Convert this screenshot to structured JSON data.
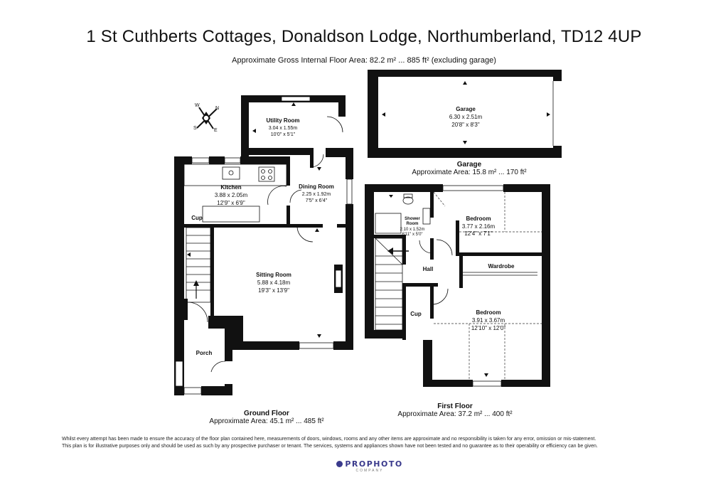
{
  "header": {
    "title": "1 St Cuthberts Cottages, Donaldson Lodge, Northumberland, TD12 4UP",
    "subtitle": "Approximate Gross Internal Floor Area: 82.2 m² ... 885 ft² (excluding garage)"
  },
  "compass": {
    "w": "W",
    "n": "N",
    "s": "S",
    "e": "E"
  },
  "garage": {
    "room_name": "Garage",
    "room_metric": "6.30 x 2.51m",
    "room_imperial": "20'8\" x 8'3\"",
    "caption_title": "Garage",
    "caption_area": "Approximate Area: 15.8 m² ... 170 ft²"
  },
  "ground_floor": {
    "caption_title": "Ground Floor",
    "caption_area": "Approximate Area: 45.1 m² ... 485 ft²",
    "utility": {
      "name": "Utility Room",
      "metric": "3.04 x 1.55m",
      "imperial": "10'0\" x 5'1\""
    },
    "kitchen": {
      "name": "Kitchen",
      "metric": "3.88 x 2.05m",
      "imperial": "12'9\" x 6'9\""
    },
    "dining": {
      "name": "Dining Room",
      "metric": "2.25 x 1.92m",
      "imperial": "7'5\" x 6'4\""
    },
    "sitting": {
      "name": "Sitting Room",
      "metric": "5.88 x 4.18m",
      "imperial": "19'3\" x 13'9\""
    },
    "cup": {
      "name": "Cup"
    },
    "porch": {
      "name": "Porch"
    }
  },
  "first_floor": {
    "caption_title": "First Floor",
    "caption_area": "Approximate Area: 37.2 m² ... 400 ft²",
    "shower": {
      "name": "Shower Room",
      "metric": "2.10 x 1.52m",
      "imperial": "6'11\" x 5'0\""
    },
    "bedroom1": {
      "name": "Bedroom",
      "metric": "3.77 x 2.16m",
      "imperial": "12'4\" x 7'1\""
    },
    "wardrobe": {
      "name": "Wardrobe"
    },
    "hall": {
      "name": "Hall"
    },
    "cup": {
      "name": "Cup"
    },
    "bedroom2": {
      "name": "Bedroom",
      "metric": "3.91 x 3.67m",
      "imperial": "12'10\" x 12'0\""
    }
  },
  "disclaimer": {
    "line1": "Whilst every attempt has been made to ensure the accuracy of the floor plan contained here, measurements of doors, windows, rooms and any other items are approximate and no responsibility is taken for any error, omission or mis-statement.",
    "line2": "This plan is for illustrative purposes only and should be used as such by any prospective purchaser or tenant. The services, systems and appliances shown have not been tested and no guarantee as to their operability or efficiency can be given."
  },
  "logo": {
    "name": "PROPHOTO",
    "sub": "COMPANY"
  }
}
